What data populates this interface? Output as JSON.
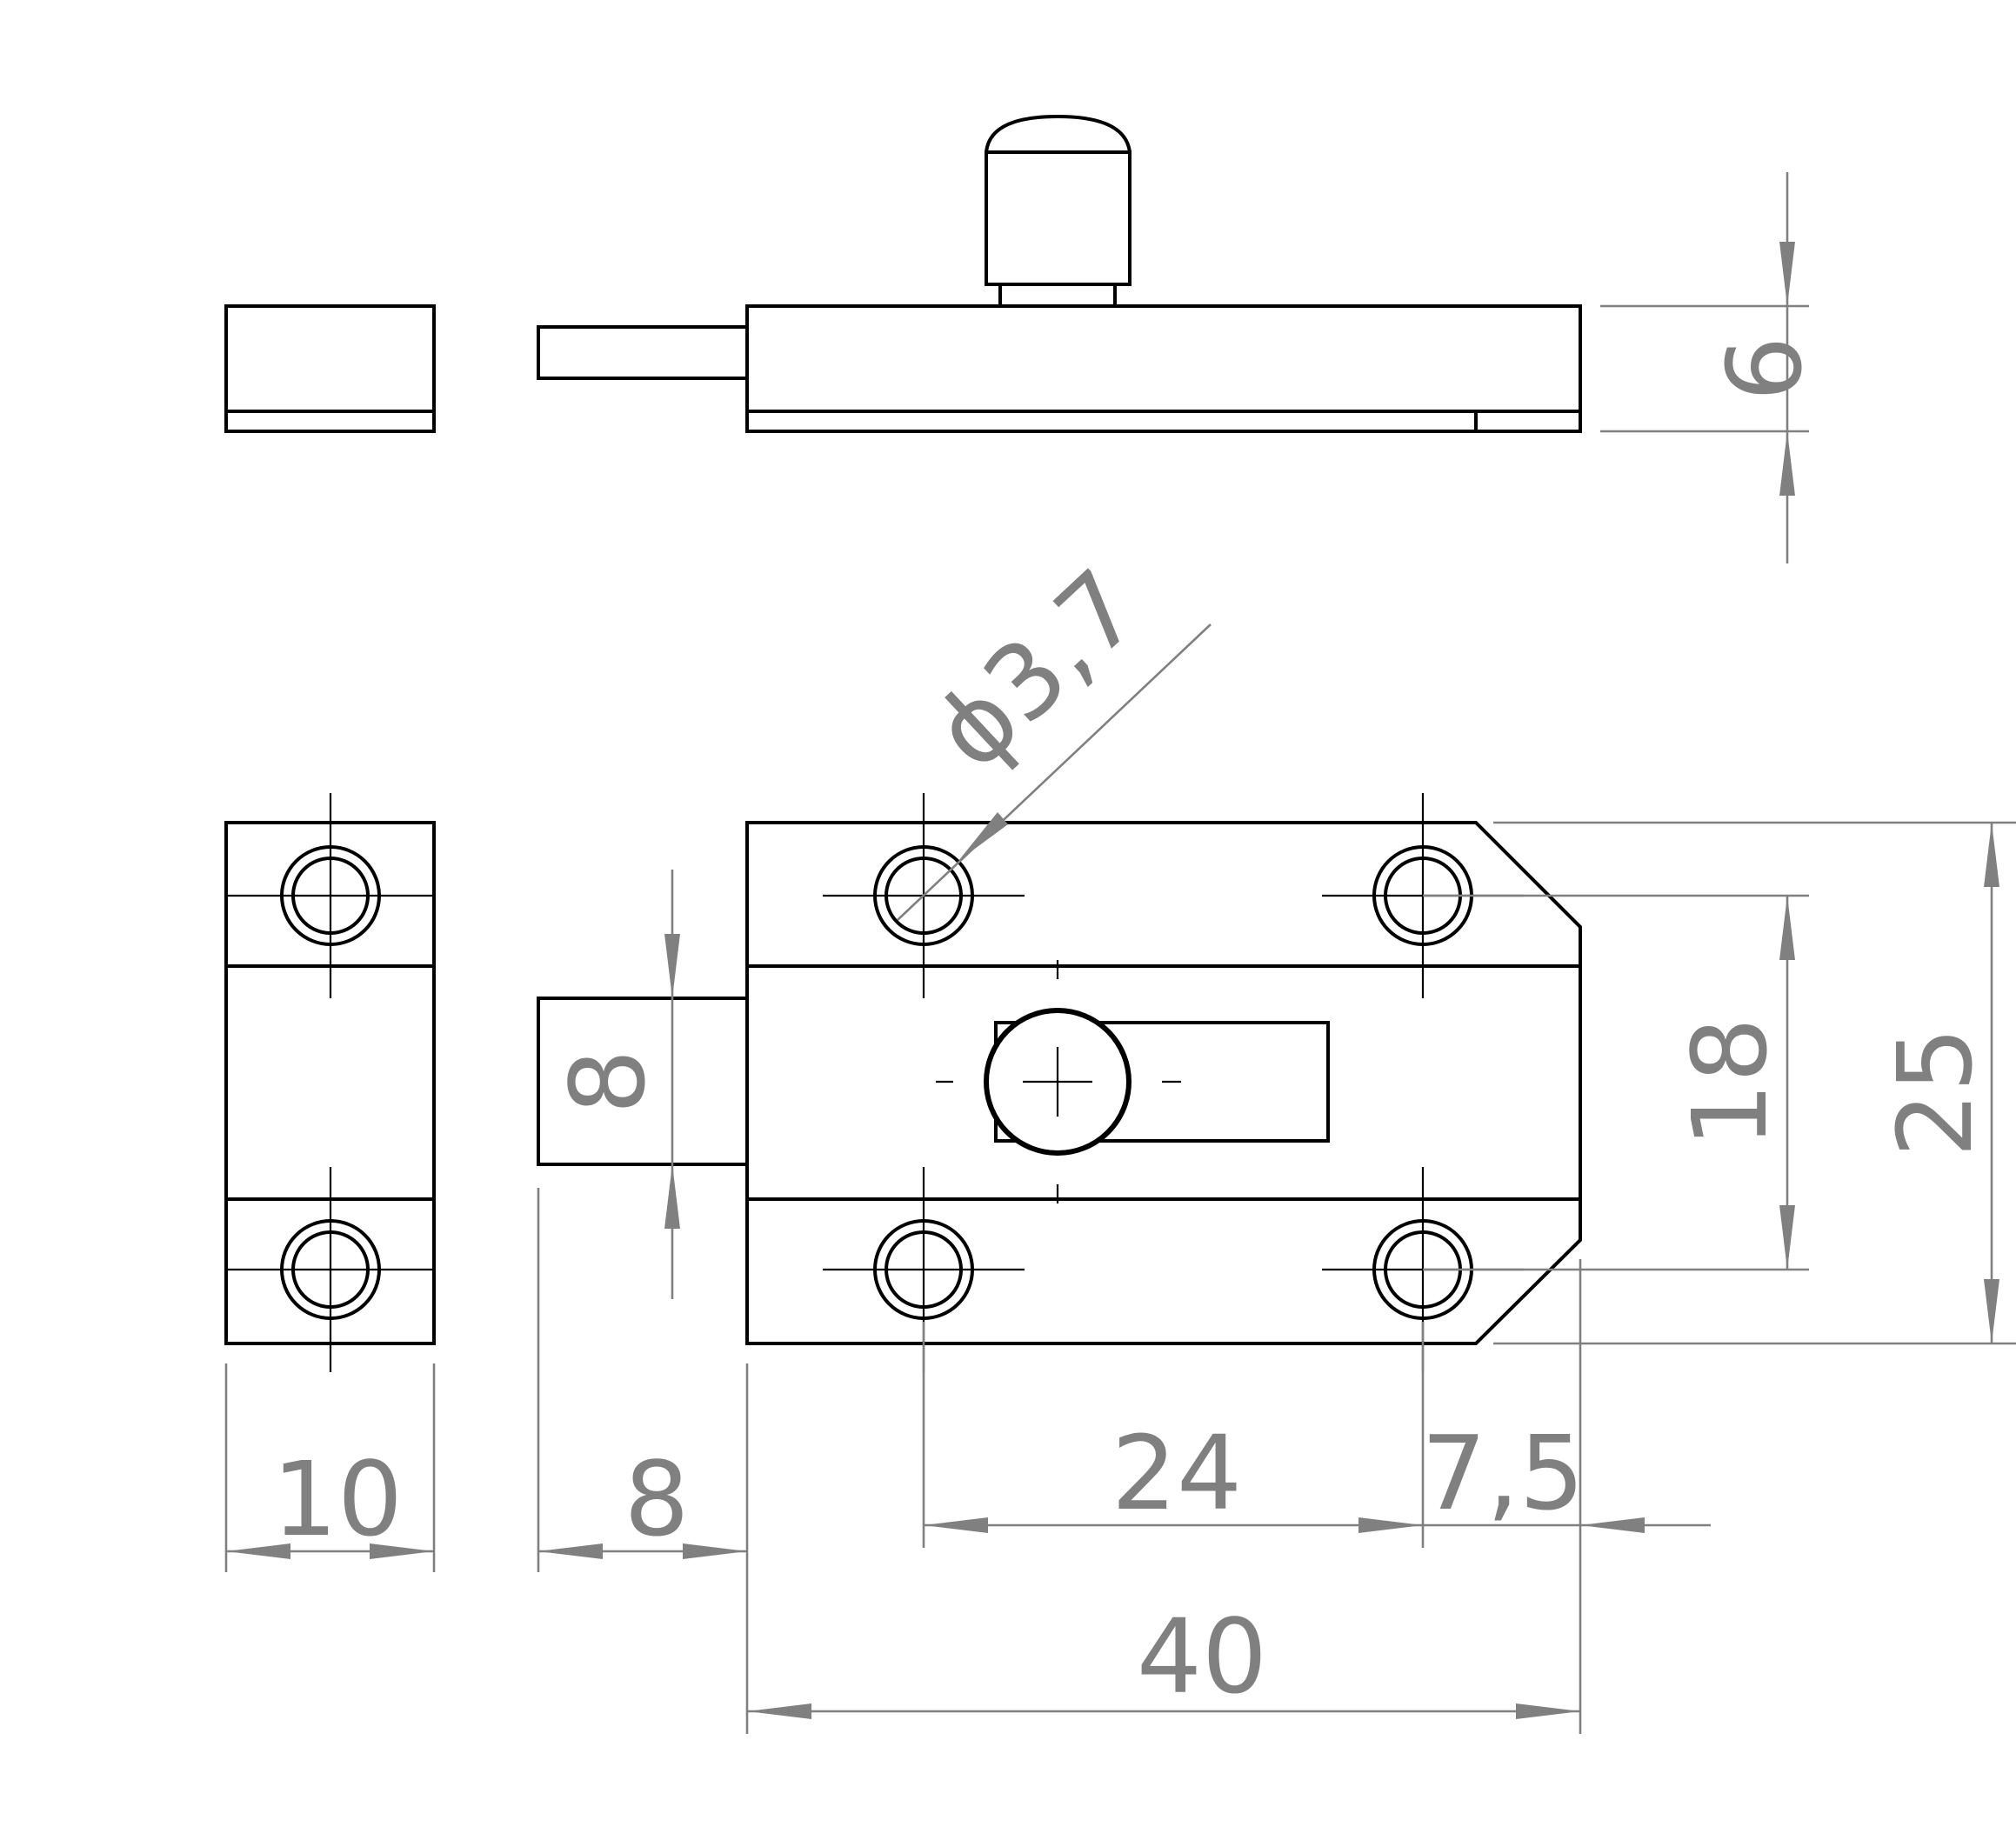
{
  "dimensions": {
    "thickness": "6",
    "hole_diameter": "ϕ3,7",
    "bolt_width": "8",
    "hole_spacing_vertical": "18",
    "plate_height": "25",
    "keeper_width": "10",
    "bolt_extension": "8",
    "hole_spacing_horizontal": "24",
    "edge_offset": "7,5",
    "plate_length": "40"
  },
  "colors": {
    "outline": "#000000",
    "dimension": "#808080"
  }
}
